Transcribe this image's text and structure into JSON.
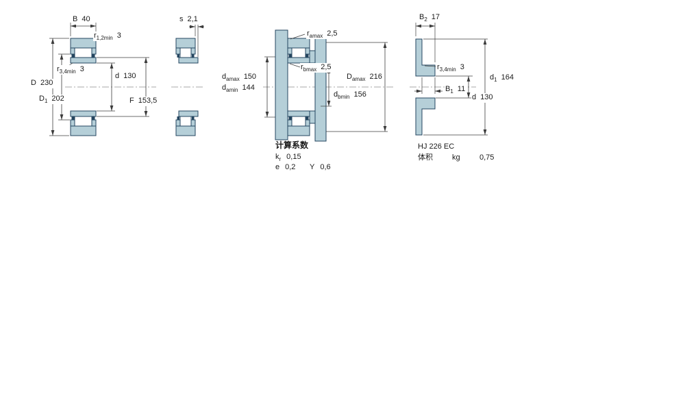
{
  "colors": {
    "ring_fill": "#b5cfd8",
    "outline": "#24455f",
    "dimension_lines": "#3c3c3c",
    "text": "#1a1a1a"
  },
  "fig_main": {
    "dim_B": {
      "base": "B",
      "value": "40"
    },
    "dim_r12": {
      "base": "r",
      "sub": "1,2min",
      "value": "3"
    },
    "dim_r34": {
      "base": "r",
      "sub": "3,4min",
      "value": "3"
    },
    "dim_D": {
      "base": "D",
      "value": "230"
    },
    "dim_D1": {
      "base": "D",
      "sub": "1",
      "value": "202"
    },
    "dim_d": {
      "base": "d",
      "value": "130"
    },
    "dim_F": {
      "base": "F",
      "value": "153,5"
    }
  },
  "fig_side": {
    "dim_s": {
      "base": "s",
      "value": "2,1"
    }
  },
  "fig_mount": {
    "dim_ramax": {
      "base": "r",
      "sub": "amax",
      "value": "2,5"
    },
    "dim_rbmax": {
      "base": "r",
      "sub": "bmax",
      "value": "2,5"
    },
    "dim_damax": {
      "base": "d",
      "sub": "amax",
      "value": "150"
    },
    "dim_damin": {
      "base": "d",
      "sub": "amin",
      "value": "144"
    },
    "dim_Damax": {
      "base": "D",
      "sub": "amax",
      "value": "216"
    },
    "dim_dbmin": {
      "base": "d",
      "sub": "bmin",
      "value": "156"
    }
  },
  "fig_ring": {
    "dim_B2": {
      "base": "B",
      "sub": "2",
      "value": "17"
    },
    "dim_r34": {
      "base": "r",
      "sub": "3,4min",
      "value": "3"
    },
    "dim_B1": {
      "base": "B",
      "sub": "1",
      "value": "11"
    },
    "dim_d1": {
      "base": "d",
      "sub": "1",
      "value": "164"
    },
    "dim_d": {
      "base": "d",
      "value": "130"
    }
  },
  "calc": {
    "title": "计算系数",
    "kr": {
      "base": "k",
      "sub": "r",
      "value": "0,15"
    },
    "e": {
      "base": "e",
      "value": "0,2"
    },
    "Y": {
      "base": "Y",
      "value": "0,6"
    }
  },
  "ring_info": {
    "designation": "HJ 226 EC",
    "mass_label": "体积",
    "mass_unit": "kg",
    "mass_value": "0,75"
  }
}
